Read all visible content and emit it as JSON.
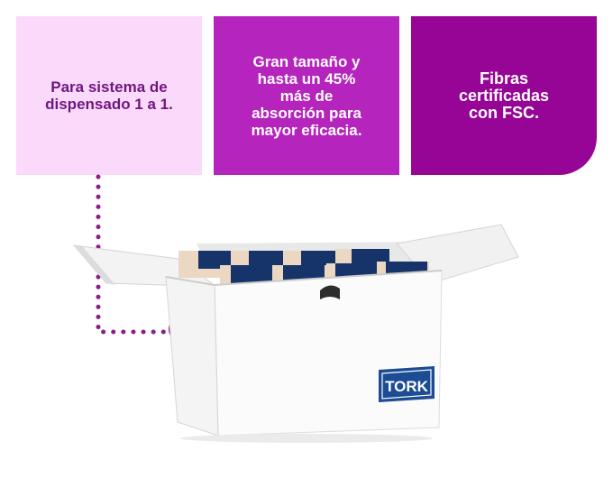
{
  "features": [
    {
      "text": "Para sistema de dispensado 1 a 1."
    },
    {
      "text": "Gran tamaño y hasta un 45% más de absorción para mayor eficacia."
    },
    {
      "text": "Fibras certificadas con FSC."
    }
  ],
  "box": {
    "brand": "TORK"
  },
  "colors": {
    "card_light": "#fbd9fb",
    "card_medium": "#b525bd",
    "card_dark": "#960596",
    "accent": "#8d1d8f",
    "tork_blue": "#1c4c94"
  }
}
